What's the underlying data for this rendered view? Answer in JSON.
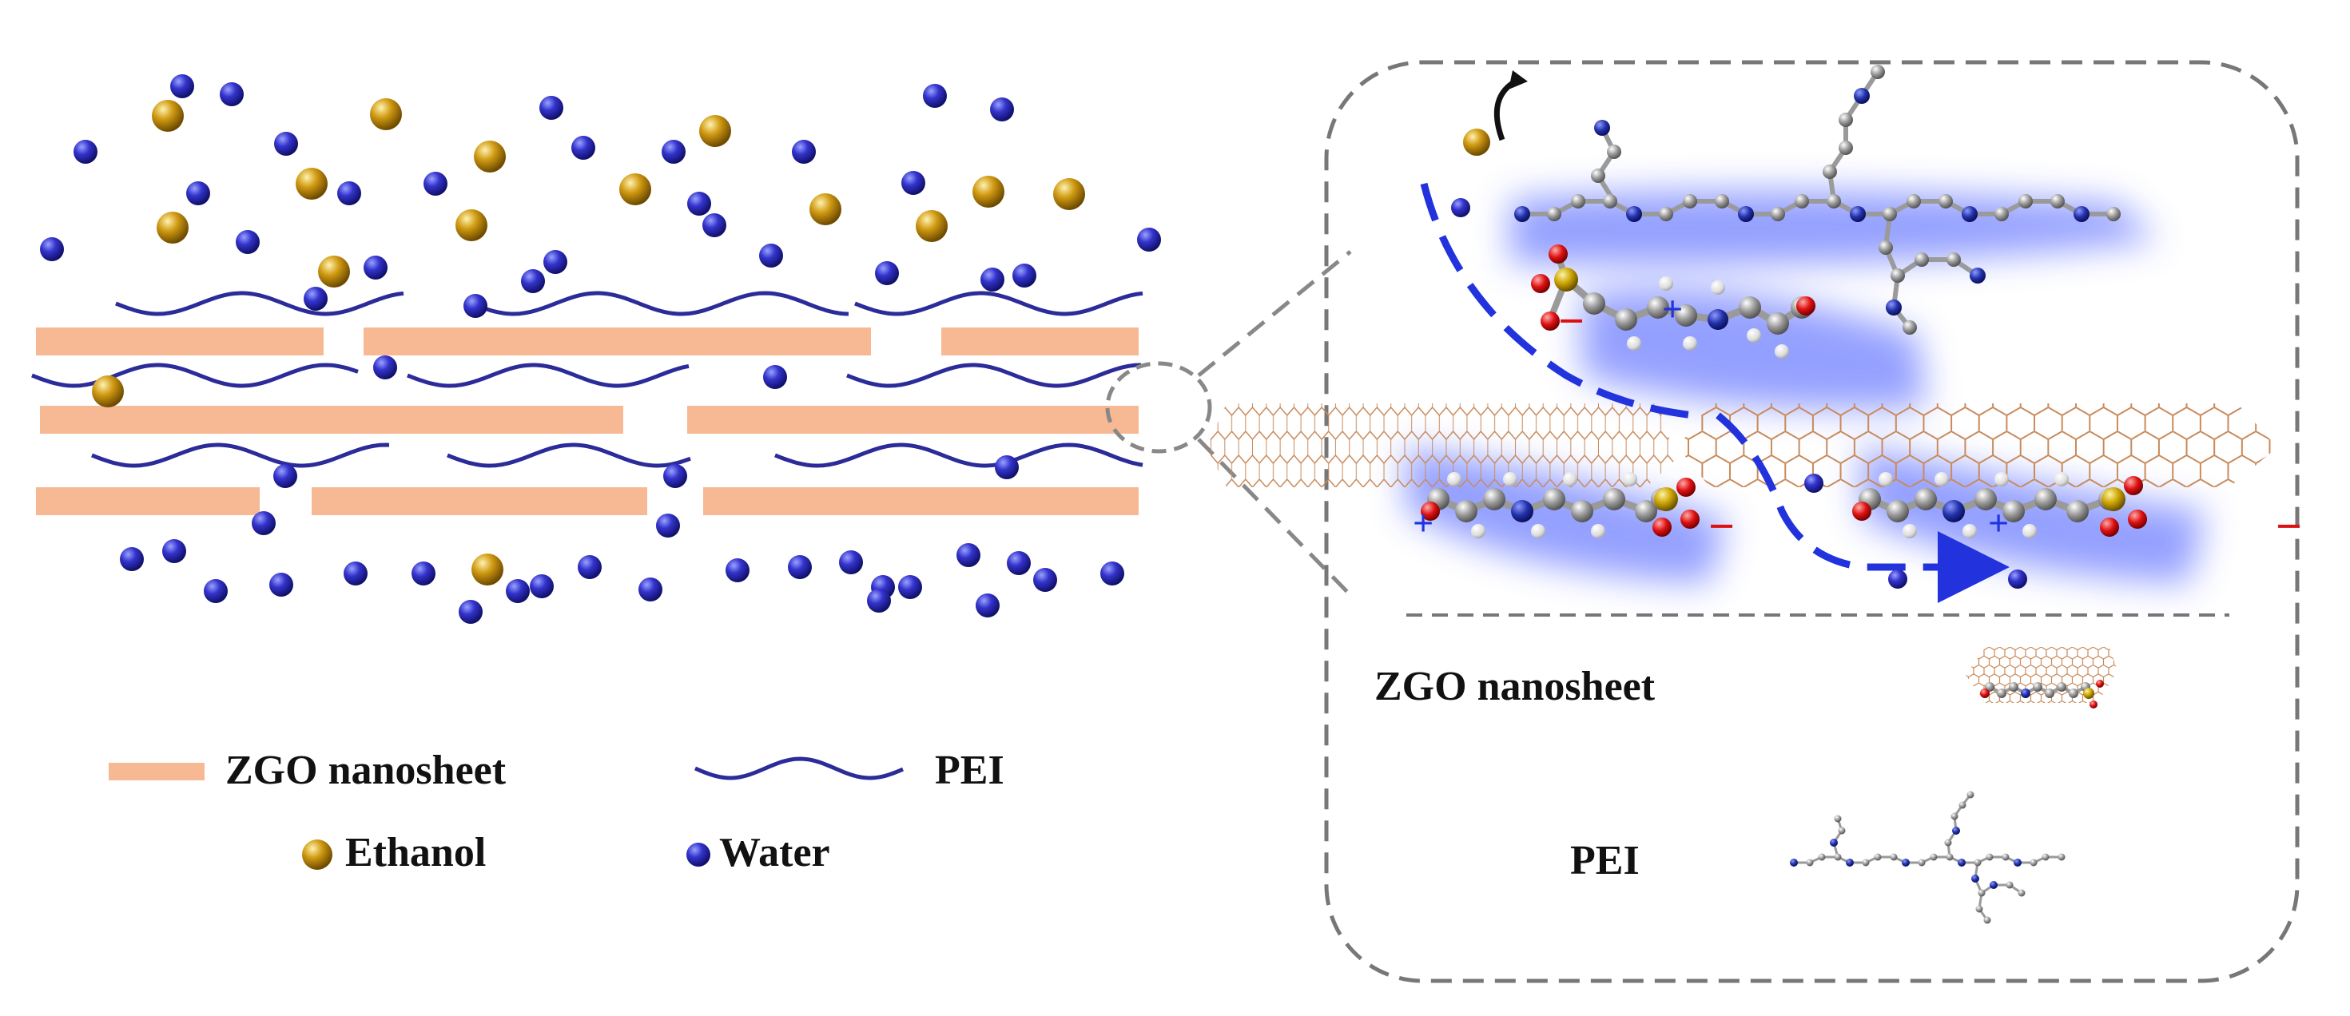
{
  "legend": {
    "nanosheet": "ZGO nanosheet",
    "pei": "PEI",
    "ethanol": "Ethanol",
    "water": "Water"
  },
  "inset": {
    "nanosheet": "ZGO nanosheet",
    "pei": "PEI",
    "signs": {
      "plus": "+",
      "minus": "−"
    }
  },
  "colors": {
    "nanosheet": "#f7b993",
    "pei": "#2b2b9a",
    "ethanol": "#c8920a",
    "water": "#2222b8",
    "graphene": "#c98a5a",
    "border": "#777777",
    "path": "#2233dd",
    "oxygen": "#dd1111",
    "sulfur": "#c8a000",
    "nitrogen": "#1c2aa0",
    "carbon": "#8a8a8a"
  },
  "icons": [
    "water-molecule-icon",
    "ethanol-molecule-icon",
    "zgo-nanosheet-icon",
    "pei-chain-icon",
    "flow-arrow-icon"
  ]
}
